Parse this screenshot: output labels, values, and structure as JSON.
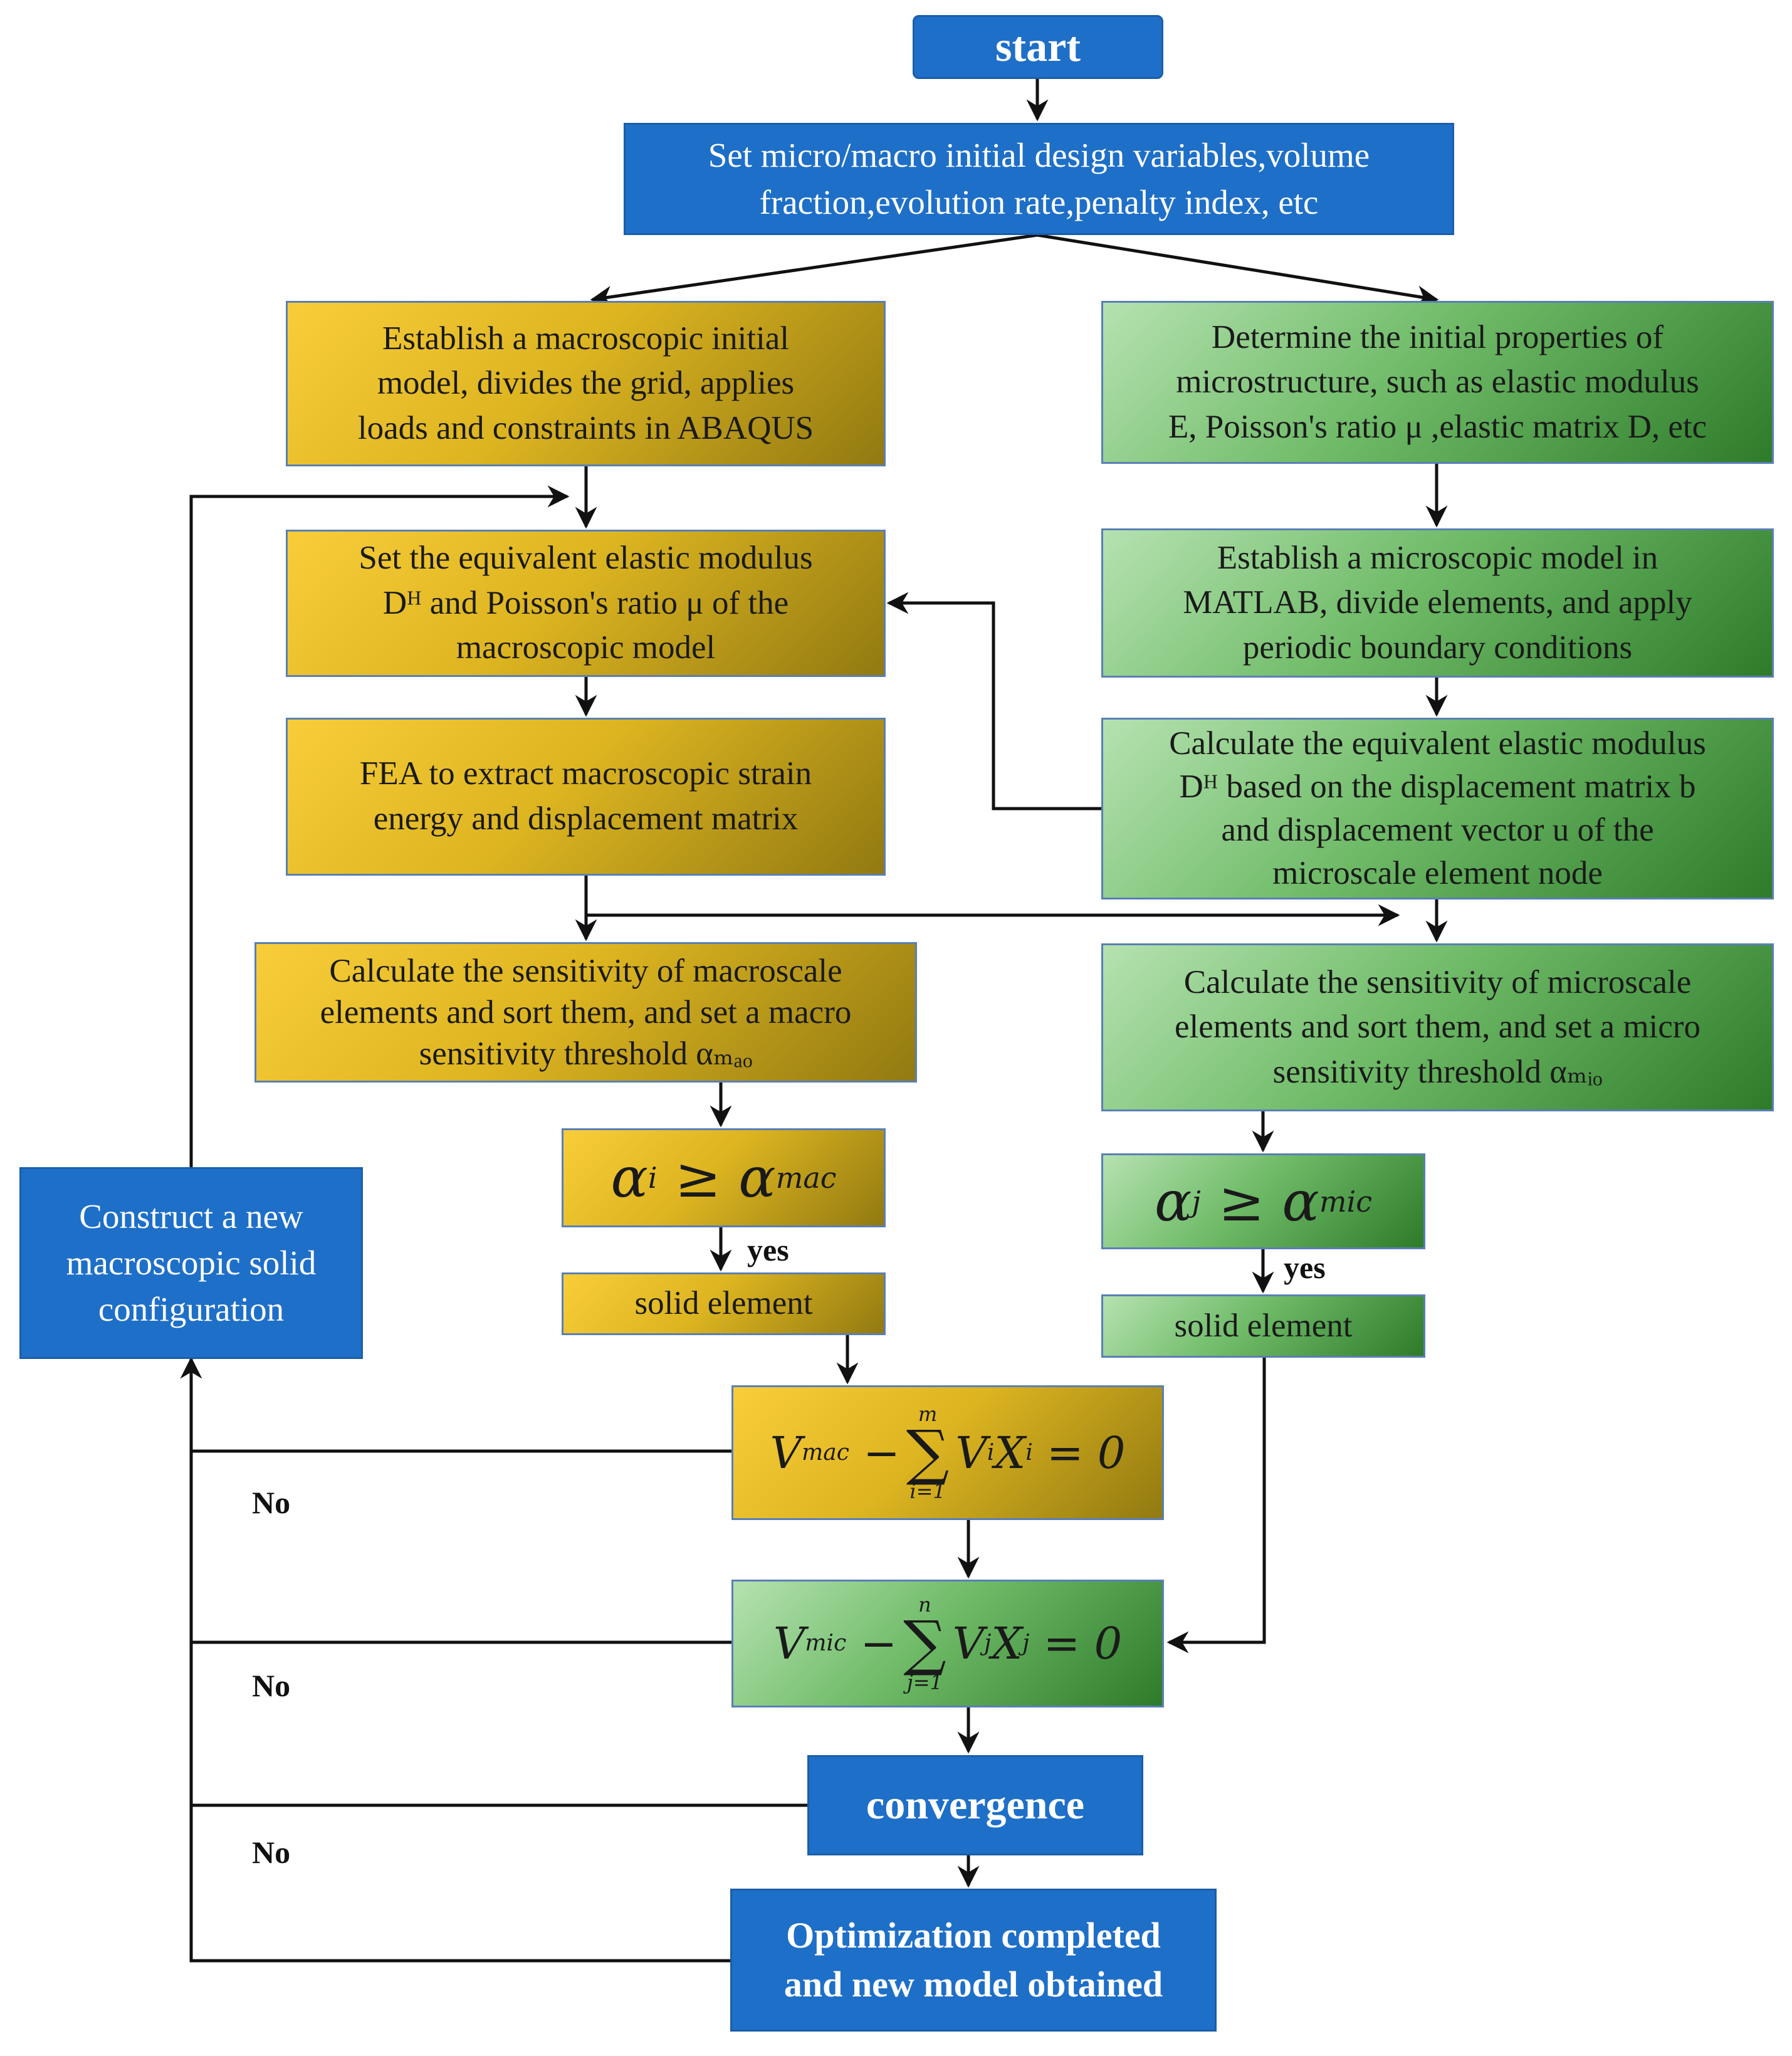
{
  "nodes": {
    "start": {
      "lines": [
        "start"
      ]
    },
    "init": {
      "lines": [
        "Set micro/macro initial design variables,volume",
        "fraction,evolution rate,penalty index, etc"
      ]
    },
    "macro_model": {
      "lines": [
        "Establish a macroscopic initial",
        "model, divides the grid, applies",
        "loads and constraints in ABAQUS"
      ]
    },
    "micro_props": {
      "lines": [
        "Determine the initial properties of",
        "microstructure, such as elastic modulus",
        "E, Poisson's ratio μ ,elastic matrix D, etc"
      ]
    },
    "set_equiv": {
      "lines": [
        "Set the equivalent elastic modulus",
        "Dᴴ and Poisson's ratio μ of the",
        "macroscopic model"
      ]
    },
    "micro_model": {
      "lines": [
        "Establish a microscopic model in",
        "MATLAB, divide elements, and apply",
        "periodic boundary conditions"
      ]
    },
    "fea": {
      "lines": [
        "FEA to extract macroscopic strain",
        "energy and displacement matrix"
      ]
    },
    "calc_equiv": {
      "lines": [
        "Calculate the equivalent elastic modulus",
        "Dᴴ based on the displacement matrix b",
        "and displacement vector u of the",
        "microscale element node"
      ]
    },
    "macro_sens": {
      "lines": [
        "Calculate the sensitivity of macroscale",
        "elements and sort them, and set a macro",
        "sensitivity threshold αₘₐₒ"
      ]
    },
    "micro_sens": {
      "lines": [
        "Calculate the sensitivity of microscale",
        "elements and sort them, and set a micro",
        "sensitivity threshold αₘᵢₒ"
      ]
    },
    "macro_cond": {
      "lhs": "α",
      "lhs_sub": "i",
      "op": " ≥ ",
      "rhs": "α",
      "rhs_sub": "mac"
    },
    "micro_cond": {
      "lhs": "α",
      "lhs_sub": "j",
      "op": " ≥ ",
      "rhs": "α",
      "rhs_sub": "mic"
    },
    "macro_solid": {
      "lines": [
        "solid element"
      ]
    },
    "micro_solid": {
      "lines": [
        "solid element"
      ]
    },
    "macro_vol": {
      "v": "V",
      "v_sub": "mac",
      "minus": " −",
      "sum": "∑",
      "upper": "m",
      "lower": "i=1",
      "term": "V",
      "term_sub1": "i",
      "term2": "X",
      "term_sub2": "i",
      "rest": " = 0"
    },
    "micro_vol": {
      "v": "V",
      "v_sub": "mic",
      "minus": " −",
      "sum": "∑",
      "upper": "n",
      "lower": "j=1",
      "term": "V",
      "term_sub1": "j",
      "term2": "X",
      "term_sub2": "j",
      "rest": " = 0"
    },
    "construct": {
      "lines": [
        "Construct a new",
        "macroscopic solid",
        "configuration"
      ]
    },
    "convergence": {
      "lines": [
        "convergence"
      ]
    },
    "done": {
      "lines": [
        "Optimization completed",
        "and new model obtained"
      ]
    }
  },
  "labels": {
    "yes_macro": "yes",
    "yes_micro": "yes",
    "no_1": "No",
    "no_2": "No",
    "no_3": "No"
  },
  "colors": {
    "blue": "#1e6fc8",
    "yellow_light": "#f8cd39",
    "yellow_dark": "#927a11",
    "green_light": "#b5e2b0",
    "green_dark": "#2e7b2a",
    "line": "#111111"
  }
}
